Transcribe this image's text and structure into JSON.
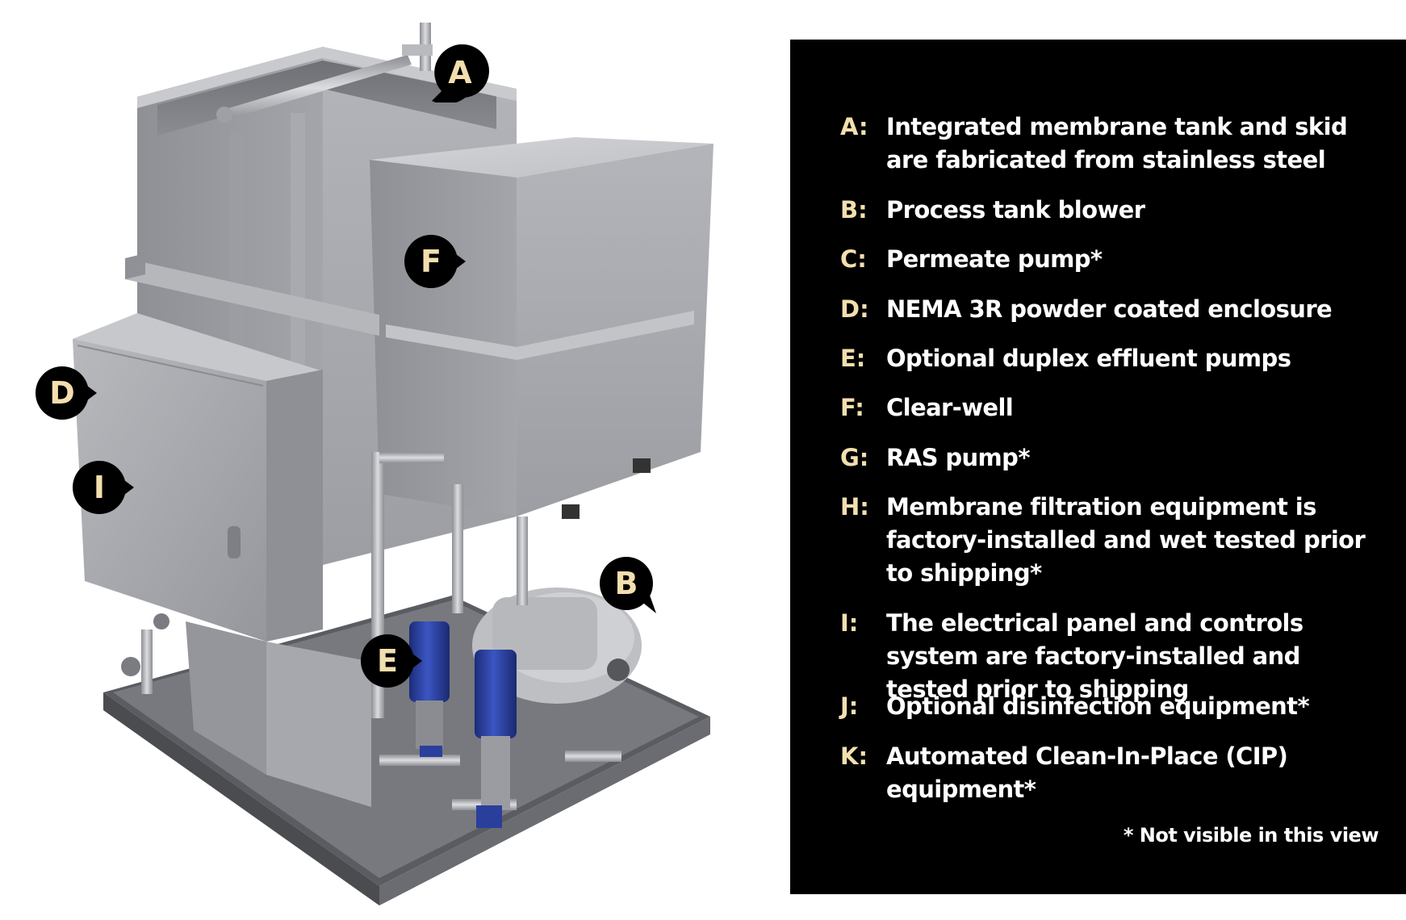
{
  "callouts": [
    {
      "letter": "A"
    },
    {
      "letter": "B"
    },
    {
      "letter": "D"
    },
    {
      "letter": "E"
    },
    {
      "letter": "F"
    },
    {
      "letter": "I"
    }
  ],
  "legend": {
    "items": [
      {
        "letter": "A:",
        "text": "Integrated membrane tank and skid are fabricated from stainless steel"
      },
      {
        "letter": "B:",
        "text": "Process tank blower"
      },
      {
        "letter": "C:",
        "text": "Permeate pump*"
      },
      {
        "letter": "D:",
        "text": "NEMA 3R powder coated enclosure"
      },
      {
        "letter": "E:",
        "text": "Optional duplex effluent pumps"
      },
      {
        "letter": "F:",
        "text": "Clear-well"
      },
      {
        "letter": "G:",
        "text": "RAS pump*"
      },
      {
        "letter": "H:",
        "text": "Membrane filtration equipment is factory-installed and wet tested prior to shipping*"
      },
      {
        "letter": "I:",
        "text": "The electrical panel and controls system are factory-installed and tested prior to shipping"
      },
      {
        "letter": "J:",
        "text": "Optional disinfection equipment*"
      },
      {
        "letter": "K:",
        "text": "Automated Clean-In-Place (CIP) equipment*"
      }
    ],
    "footnote": "* Not visible in this view"
  },
  "colors": {
    "panel_background": "#000000",
    "letter_accent": "#f3dfae",
    "text": "#ffffff",
    "steel": "#a7a9ae",
    "pump_blue": "#2a3f9c"
  }
}
